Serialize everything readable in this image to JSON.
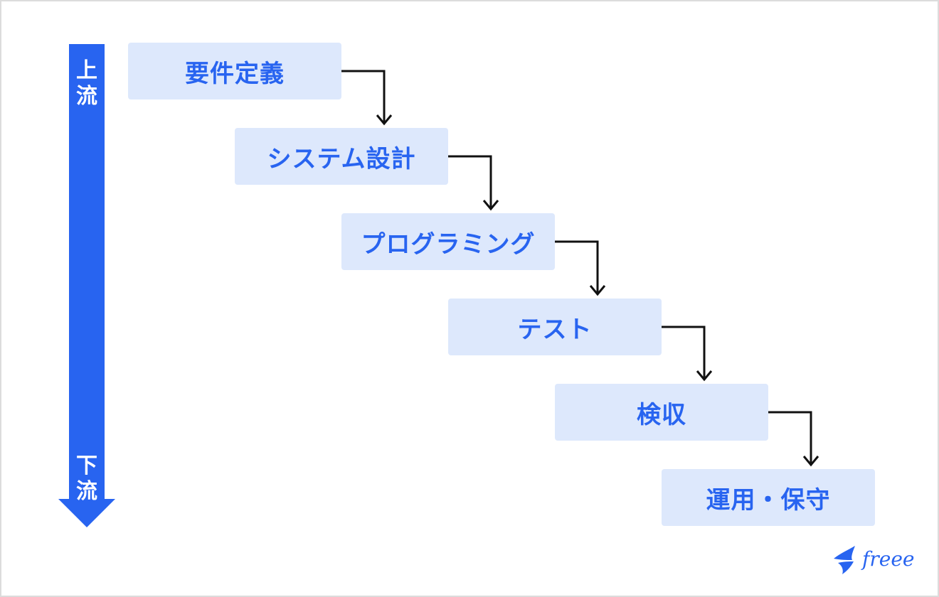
{
  "flow_indicator": {
    "upstream_chars": [
      "上",
      "流"
    ],
    "downstream_chars": [
      "下",
      "流"
    ],
    "color": "#2864f0"
  },
  "steps": [
    {
      "label": "要件定義"
    },
    {
      "label": "システム設計"
    },
    {
      "label": "プログラミング"
    },
    {
      "label": "テスト"
    },
    {
      "label": "検収"
    },
    {
      "label": "運用・保守"
    }
  ],
  "colors": {
    "box_fill": "#dde8fc",
    "box_text": "#2864f0",
    "connector": "#111111",
    "logo": "#2864f0"
  },
  "logo": {
    "text": "freee"
  }
}
